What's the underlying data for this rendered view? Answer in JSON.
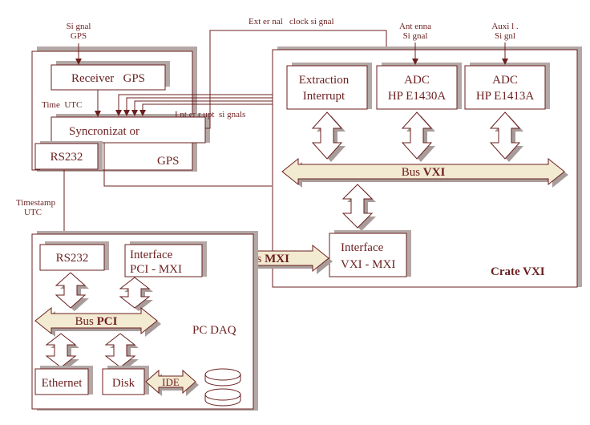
{
  "colors": {
    "line": "#6b1f1f",
    "shadow": "#b3a8a6",
    "arrow_fill": "#f3ead2",
    "arrow_shadow": "#a89c9a",
    "text": "#6b1f1f"
  },
  "inputs": {
    "signal_gps": [
      "Si gnal",
      "GPS"
    ],
    "external_clock": "Ext er nal   clock si gnal",
    "antenna_signal": [
      "Ant enna",
      "Si gnal"
    ],
    "auxil_signal": [
      "Auxi l .",
      "Si gnl"
    ]
  },
  "gps_block": {
    "receiver": "Receiver   GPS",
    "time_utc": "Time  UTC",
    "synchronizator": "Syncronizat or",
    "rs232": "RS232",
    "label": "GPS",
    "interrupt_signals": "I nt er r upt  si gnals"
  },
  "timestamp": [
    "Timestamp",
    "UTC"
  ],
  "crate": {
    "extraction": [
      "Extraction",
      "Interrupt"
    ],
    "adc1": [
      "ADC",
      "HP E1430A"
    ],
    "adc2": [
      "ADC",
      "HP E1413A"
    ],
    "bus_vxi_prefix": "Bus ",
    "bus_vxi_bold": "VXI",
    "interface_vxi": [
      "Interface",
      "VXI - MXI"
    ],
    "label": "Crate VXI"
  },
  "bus_mxi": {
    "prefix": "Bus ",
    "bold": "MXI"
  },
  "pc": {
    "rs232": "RS232",
    "interface_pci": [
      "Interface",
      "PCI - MXI"
    ],
    "bus_pci_prefix": "Bus ",
    "bus_pci_bold": "PCI",
    "label": "PC DAQ",
    "ethernet": "Ethernet",
    "disk": "Disk",
    "ide": "IDE"
  }
}
